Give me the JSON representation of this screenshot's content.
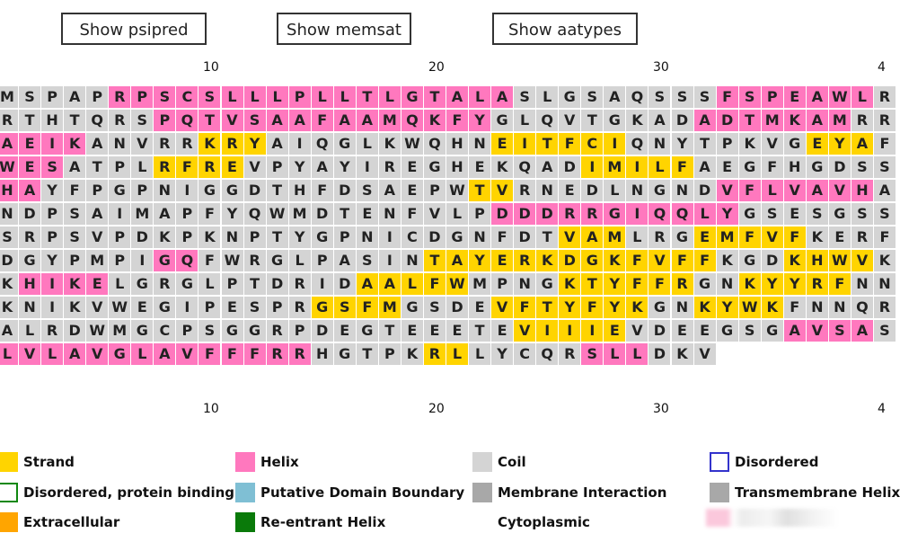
{
  "buttons": [
    {
      "label": "Show psipred"
    },
    {
      "label": "Show memsat"
    },
    {
      "label": "Show aatypes"
    }
  ],
  "ruler_top": [
    "10",
    "20",
    "30",
    "4"
  ],
  "ruler_bottom": [
    "10",
    "20",
    "30",
    "4"
  ],
  "sequence_rows": [
    {
      "aa": "MSPAPRPSCSLLLPLLTLGTALASLGSAQSSSFSPEAWLR",
      "ss": "CCCCCHHHHHHHHHHHHHHHHHHCCCCCCCCCHHHHHHHC"
    },
    {
      "aa": "RTHTQRSPQTVSAAFAAMQKFYGLQVTGKADADTMKAMRR",
      "ss": "CCCCCCCHHHHHHHHHHHHHHHCCCCCCCCCHHHHHHHCC"
    },
    {
      "aa": "AEIKANVRRKRYAIQGLKWQHNEITFCIQNYTPKVGEYAF",
      "ss": "HHHHCCCCCEEECCCCCCCCCCEEEEEECCCCCCCCEEEC"
    },
    {
      "aa": "WESATPLRFREVPYAYIREGHEKQADIMILFAEGFHGDSS",
      "ss": "HHHCCCCEEEECCCCCCCCCCCCCCCEEEEECCCCCCCCC"
    },
    {
      "aa": "HAYFPGPNIGGDTHFDSAEPWTVRNEDLNGNDVFLVAVHA",
      "ss": "HHCCCCCCCCCCCCCCCCCCCEECCCCCCCCCHHHHHHHC"
    },
    {
      "aa": "NDPSAIMAPFYQWMDTENFVLPDDDRRGIQQLYGSESGSS",
      "ss": "CCCCCCCCCCCCCCCCCCCCCCHHHHHHHHHHHCCCCCCC"
    },
    {
      "aa": "SRPSVPDKPKNPTYGPNICDGNFDTVAMLRGEMFVFKERF",
      "ss": "CCCCCCCCCCCCCCCCCCCCCCCCCEEECCCEEEEECCCC"
    },
    {
      "aa": "DGYPMPIGQFWRGLPASINTAYERKDGKFVFFKGDKHWVK",
      "ss": "CCCCCCCHHCCCCCCCCCCEEEEEEEEEEEEECCCEEEEC"
    },
    {
      "aa": "KHIKELGRGLPTDRIDAALFWMPNGKTYFFRGNKYYRFNN",
      "ss": "CHHHHCCCCCCCCCCCEEEEECCCCEEEEEECCEEEEECC"
    },
    {
      "aa": "KNIKVWEGIPESPRGSFMGSDEVFTYFYKGNKYWKFNNQR",
      "ss": "CCCCCCCCCCCCCCEEEECCCCEEEEEEECCEEEECCCCC"
    },
    {
      "aa": "ALRDWMGCPSGGRPDEGTEEETEVIIIEVDEEGSGAVSAS",
      "ss": "CCCCCCCCCCCCCCCCCCCCCCCEEEEECCCCCCCHHHHC"
    },
    {
      "aa": "LVLAVGLAVFFFRRHGTPKRLLYCQRSLLDKV",
      "ss": "HHHHHHHHHHHHHHCCCCCEECCCCCHHHCCC"
    }
  ],
  "legend": [
    {
      "label": "Strand",
      "color": "#ffd400",
      "style": "fill"
    },
    {
      "label": "Helix",
      "color": "#ff78be",
      "style": "fill"
    },
    {
      "label": "Coil",
      "color": "#d4d4d4",
      "style": "fill"
    },
    {
      "label": "Disordered",
      "color": "#3333cc",
      "style": "outline"
    },
    {
      "label": "Disordered, protein binding",
      "color": "#118811",
      "style": "outline"
    },
    {
      "label": "Putative Domain Boundary",
      "color": "#7fbfd4",
      "style": "fill"
    },
    {
      "label": "Membrane Interaction",
      "color": "#a8a8a8",
      "style": "fill"
    },
    {
      "label": "Transmembrane Helix",
      "color": "#a8a8a8",
      "style": "fill"
    },
    {
      "label": "Extracellular",
      "color": "#ffa500",
      "style": "fill"
    },
    {
      "label": "Re-entrant Helix",
      "color": "#0a7a0a",
      "style": "fill"
    },
    {
      "label": "Cytoplasmic",
      "color": "#ffffff",
      "style": "none"
    }
  ]
}
